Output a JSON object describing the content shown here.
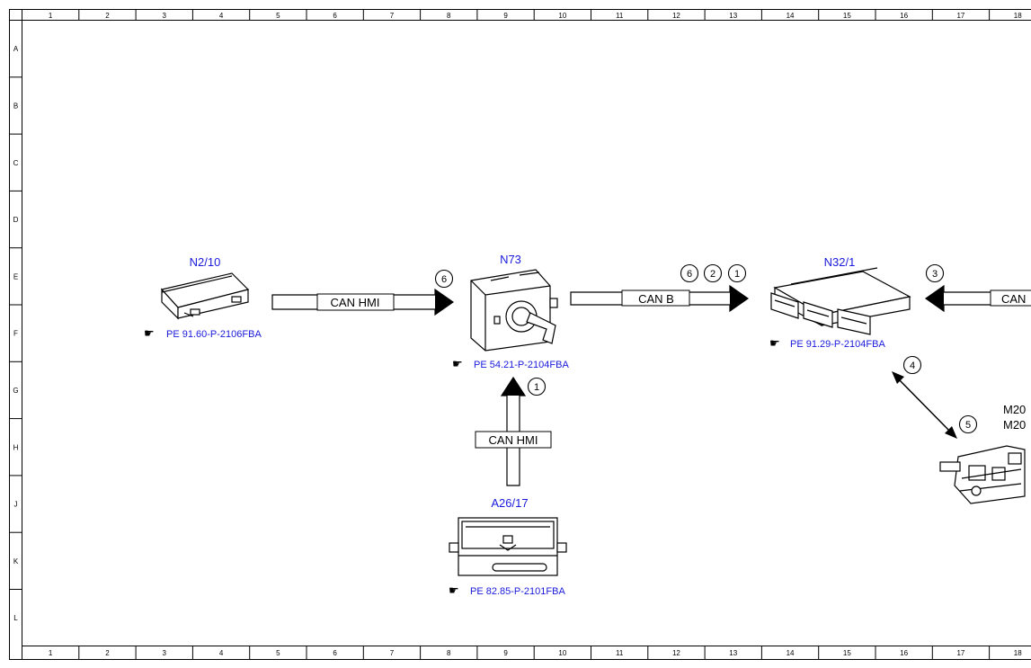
{
  "grid": {
    "columns": [
      "1",
      "2",
      "3",
      "4",
      "5",
      "6",
      "7",
      "8",
      "9",
      "10",
      "11",
      "12",
      "13",
      "14",
      "15",
      "16",
      "17",
      "18"
    ],
    "rows": [
      "A",
      "B",
      "C",
      "D",
      "E",
      "F",
      "G",
      "H",
      "J",
      "K",
      "L"
    ]
  },
  "components": {
    "n2_10": {
      "label": "N2/10",
      "ref": "PE 91.60-P-2106FBA"
    },
    "n73": {
      "label": "N73",
      "ref": "PE 54.21-P-2104FBA"
    },
    "n32_1": {
      "label": "N32/1",
      "ref": "PE 91.29-P-2104FBA"
    },
    "a26_17": {
      "label": "A26/17",
      "ref": "PE 82.85-P-2101FBA"
    },
    "m20": {
      "label_1": "M20",
      "label_2": "M20"
    }
  },
  "buses": {
    "n2_to_n73": {
      "label": "CAN HMI",
      "markers": [
        "6"
      ]
    },
    "n73_to_n32": {
      "label": "CAN B",
      "markers": [
        "6",
        "2",
        "1"
      ]
    },
    "right_to_n32": {
      "label": "CAN",
      "markers": [
        "3"
      ]
    },
    "a26_to_n73": {
      "label": "CAN HMI",
      "markers": [
        "1"
      ]
    },
    "n32_to_m20": {
      "markers": [
        "4",
        "5"
      ]
    }
  },
  "colors": {
    "component_label": "#1a1adc",
    "line": "#000000"
  }
}
